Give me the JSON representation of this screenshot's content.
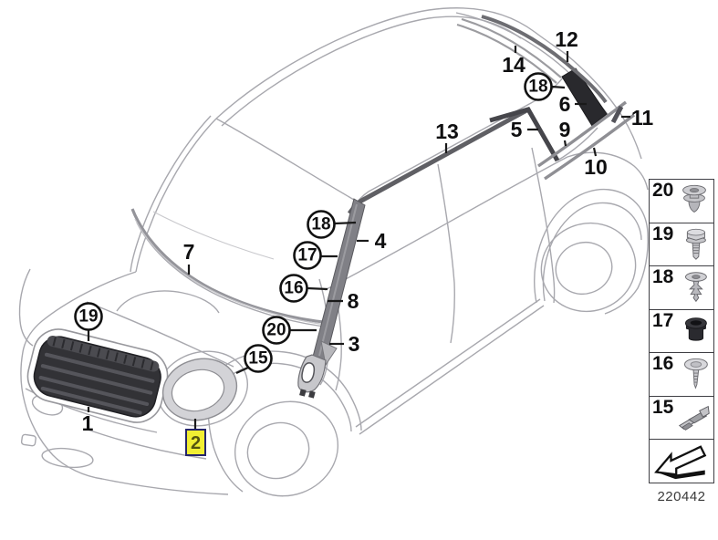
{
  "doc": {
    "code": "220442"
  },
  "colors": {
    "highlight_yellow": "#f1ee33",
    "selection_border": "#25256b",
    "outline_gray": "#a8a8ae",
    "trim_dark": "#3a3a3e",
    "label_black": "#0f0f10"
  },
  "callouts": [
    {
      "label": "1",
      "kind": "plain"
    },
    {
      "label": "2",
      "kind": "selected"
    },
    {
      "label": "3",
      "kind": "plain"
    },
    {
      "label": "4",
      "kind": "plain"
    },
    {
      "label": "5",
      "kind": "plain"
    },
    {
      "label": "6",
      "kind": "plain"
    },
    {
      "label": "7",
      "kind": "plain"
    },
    {
      "label": "8",
      "kind": "plain"
    },
    {
      "label": "9",
      "kind": "plain"
    },
    {
      "label": "10",
      "kind": "plain"
    },
    {
      "label": "11",
      "kind": "plain"
    },
    {
      "label": "12",
      "kind": "plain"
    },
    {
      "label": "13",
      "kind": "plain"
    },
    {
      "label": "14",
      "kind": "plain"
    },
    {
      "label": "15",
      "kind": "circled"
    },
    {
      "label": "16",
      "kind": "circled"
    },
    {
      "label": "17",
      "kind": "circled"
    },
    {
      "label": "18",
      "kind": "circled"
    },
    {
      "label": "18",
      "kind": "circled"
    },
    {
      "label": "19",
      "kind": "circled"
    },
    {
      "label": "20",
      "kind": "circled"
    }
  ],
  "legend": {
    "items": [
      {
        "label": "20",
        "icon": "grommet-icon"
      },
      {
        "label": "19",
        "icon": "hex-bolt-icon"
      },
      {
        "label": "18",
        "icon": "expansion-rivet-icon"
      },
      {
        "label": "17",
        "icon": "rubber-grommet-icon"
      },
      {
        "label": "16",
        "icon": "pan-head-screw-icon"
      },
      {
        "label": "15",
        "icon": "spring-clip-icon"
      }
    ],
    "footer_icon": "direction-arrow-icon"
  }
}
